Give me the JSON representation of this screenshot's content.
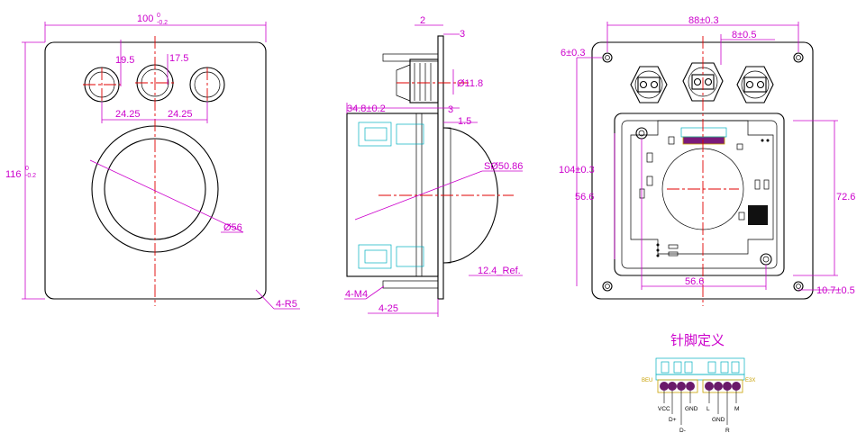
{
  "front_view": {
    "width_dim": "100",
    "width_tol_upper": "0",
    "width_tol_lower": "-0.2",
    "height_dim": "116",
    "height_tol_upper": "0",
    "height_tol_lower": "-0.2",
    "hole_offset_1": "19.5",
    "hole_offset_2": "17.5",
    "hole_pitch_left": "24.25",
    "hole_pitch_right": "24.25",
    "ball_dia": "Ø56",
    "corner_radius": "4-R5"
  },
  "side_view": {
    "plate_thk": "2",
    "flange_thk": "3",
    "connector_dia": "Ø11.8",
    "body_length": "34.8±0.2",
    "step_3": "3",
    "step_15": "1.5",
    "ball_sphere": "SØ50.86",
    "ball_protrusion": "12.4_Ref.",
    "screw_thread": "4-M4",
    "screw_length": "4-25"
  },
  "rear_view": {
    "hole_span_x": "88±0.3",
    "conn_offset": "8±0.5",
    "edge_offset": "6±0.3",
    "hole_span_y": "104±0.3",
    "pcb_hole_y": "56.6",
    "pcb_height": "72.6",
    "pcb_hole_x": "56.6",
    "bottom_offset": "10.7±0.5"
  },
  "pin_definition": {
    "title": "针脚定义",
    "left_tag": "BEU",
    "right_tag": "E3X",
    "labels_top": [
      "VCC",
      "GND",
      "L",
      "M"
    ],
    "labels_mid": [
      "D+",
      "GND"
    ],
    "labels_bottom": [
      "D-",
      "R"
    ]
  }
}
